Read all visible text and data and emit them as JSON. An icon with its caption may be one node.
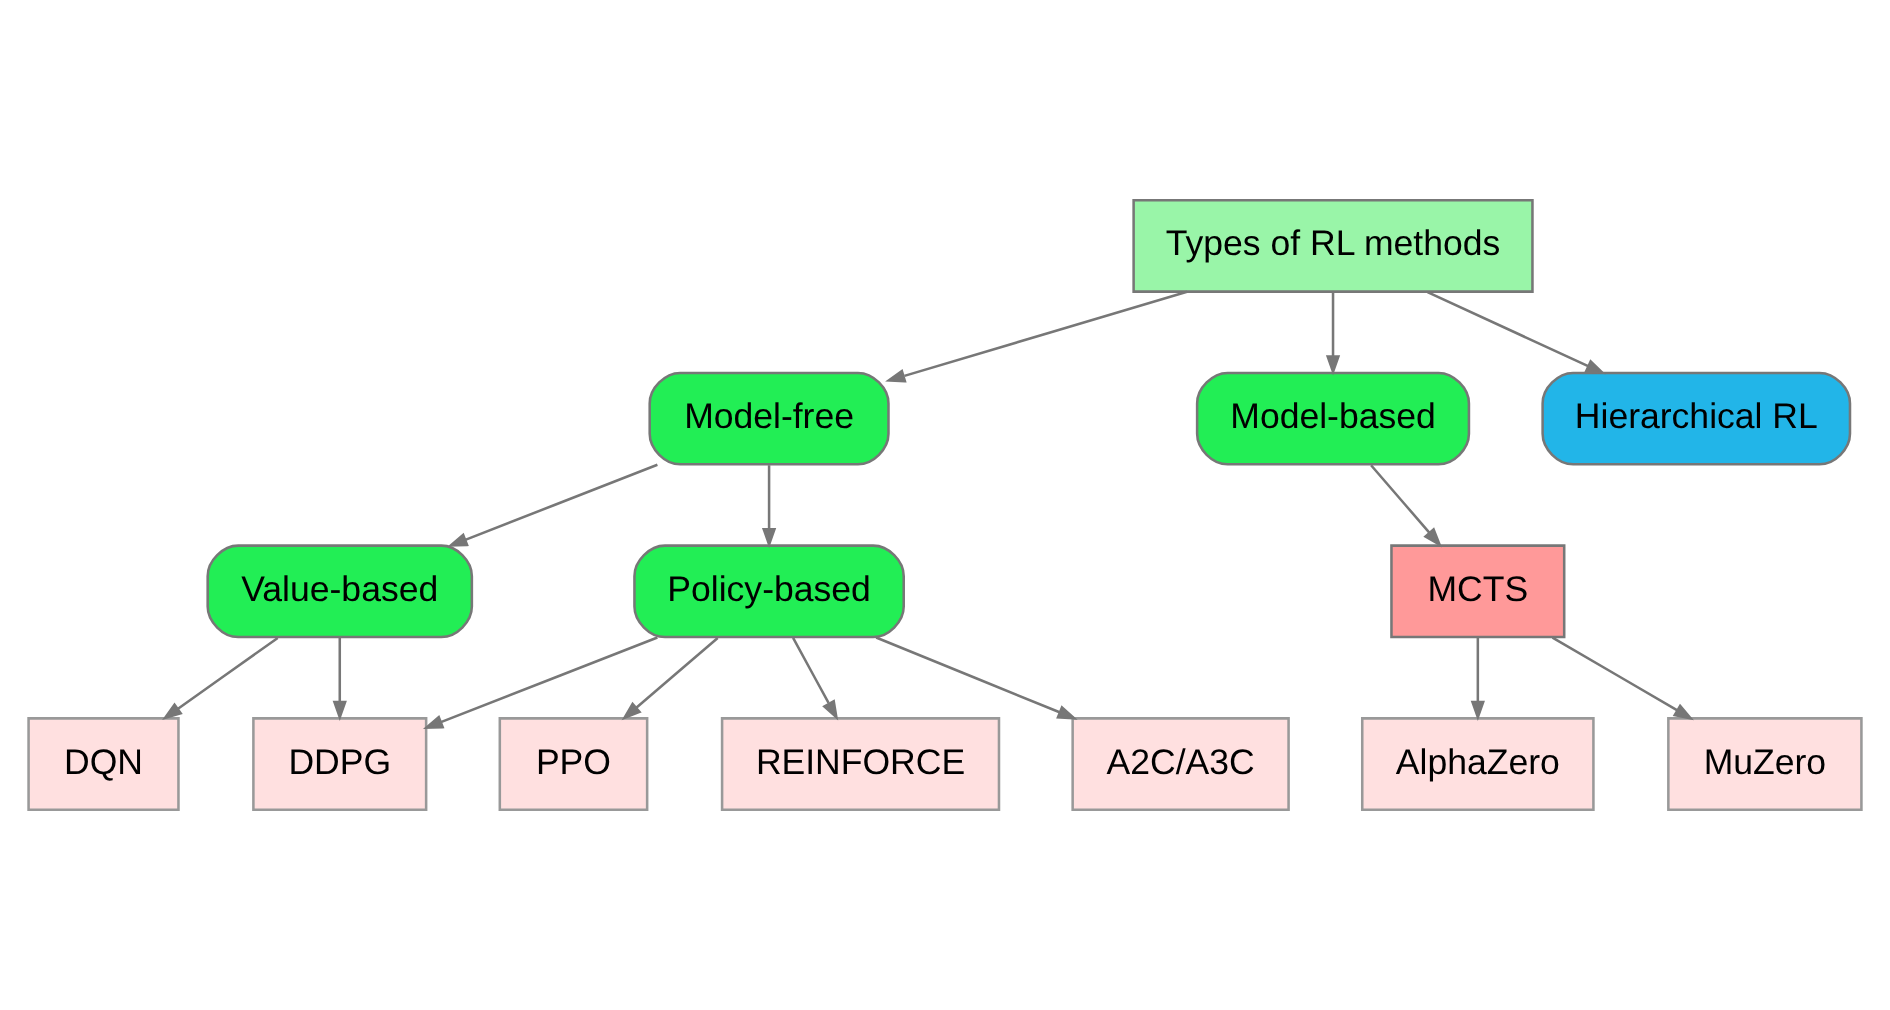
{
  "diagram": {
    "nodes": [
      {
        "text": [
          "Types of RL methods"
        ]
      },
      {
        "text": [
          "Model-free"
        ]
      },
      {
        "text": [
          "Model-based"
        ]
      },
      {
        "text": [
          "Hierarchical RL"
        ]
      },
      {
        "text": [
          "Value-based"
        ]
      },
      {
        "text": [
          "Policy-based"
        ]
      },
      {
        "text": [
          "MCTS"
        ]
      },
      {
        "text": [
          "AlphaZero"
        ]
      },
      {
        "text": [
          "MuZero"
        ]
      },
      {
        "text": [
          "DQN"
        ]
      },
      {
        "text": [
          "PPO"
        ]
      },
      {
        "text": [
          "REINFORCE"
        ]
      },
      {
        "text": [
          "A2C/A3C"
        ]
      },
      {
        "text": [
          "DDPG"
        ]
      }
    ],
    "edges": [
      {
        "from": 0,
        "to": 1,
        "arrow": "to"
      },
      {
        "from": 0,
        "to": 2,
        "arrow": "to"
      },
      {
        "from": 0,
        "to": 3,
        "arrow": "to"
      },
      {
        "from": 1,
        "to": 4,
        "arrow": "to"
      },
      {
        "from": 1,
        "to": 5,
        "arrow": "to"
      },
      {
        "from": 2,
        "to": 6,
        "arrow": "to"
      },
      {
        "from": 6,
        "to": 7,
        "arrow": "to"
      },
      {
        "from": 6,
        "to": 8,
        "arrow": "to"
      },
      {
        "from": 4,
        "to": 9,
        "arrow": "to"
      },
      {
        "from": 5,
        "to": 10,
        "arrow": "to"
      },
      {
        "from": 5,
        "to": 11,
        "arrow": "to"
      },
      {
        "from": 5,
        "to": 12,
        "arrow": "to"
      },
      {
        "from": 4,
        "to": 13,
        "arrow": "to"
      },
      {
        "from": 5,
        "to": 13,
        "arrow": "to"
      }
    ]
  }
}
